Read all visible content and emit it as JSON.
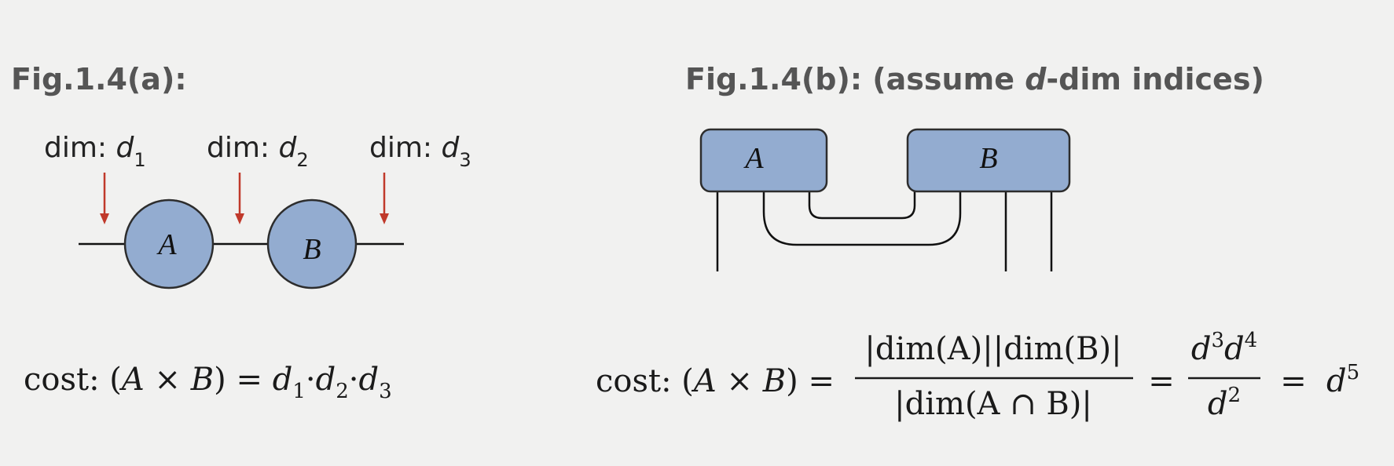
{
  "fig_a": {
    "heading": "Fig.1.4(a):",
    "dims": [
      {
        "prefix": "dim: ",
        "var": "d",
        "sub": "1"
      },
      {
        "prefix": "dim: ",
        "var": "d",
        "sub": "2"
      },
      {
        "prefix": "dim: ",
        "var": "d",
        "sub": "3"
      }
    ],
    "nodes": [
      "A",
      "B"
    ],
    "cost": {
      "prefix": "cost: (",
      "a": "A",
      "times": " × ",
      "b": "B",
      "eq": ") = ",
      "terms": [
        {
          "var": "d",
          "sub": "1"
        },
        {
          "var": "d",
          "sub": "2"
        },
        {
          "var": "d",
          "sub": "3"
        }
      ],
      "dot": "·"
    }
  },
  "fig_b": {
    "heading_pre": "Fig.1.4(b): (assume ",
    "heading_var": "d",
    "heading_post": "-dim indices)",
    "nodes": [
      "A",
      "B"
    ],
    "cost": {
      "prefix": "cost: (",
      "a": "A",
      "times": " × ",
      "b": "B",
      "eq": ") = ",
      "numerator": "|dim(A)||dim(B)|",
      "denominator": "|dim(A ∩ B)|",
      "eq2": "=",
      "num2_var1": "d",
      "num2_exp1": "3",
      "num2_var2": "d",
      "num2_exp2": "4",
      "den2_var": "d",
      "den2_exp": "2",
      "eq3": "=",
      "result_var": "d",
      "result_exp": "5"
    }
  },
  "colors": {
    "node_fill": "#93acd0",
    "arrow": "#c0392b",
    "heading": "#555555"
  }
}
